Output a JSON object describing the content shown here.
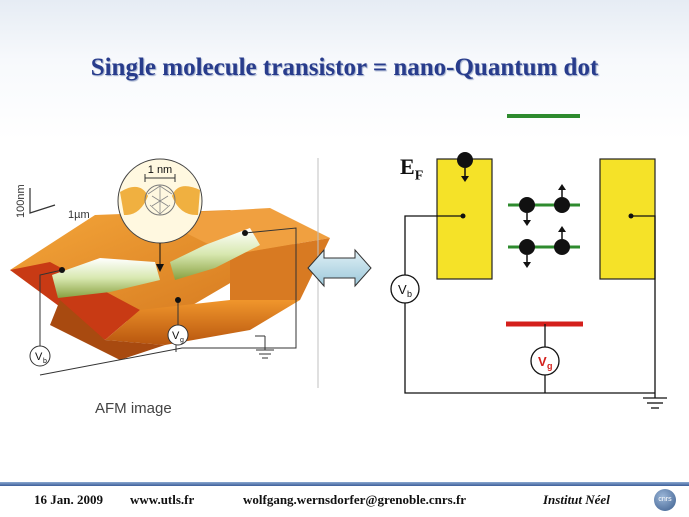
{
  "slide": {
    "title": "Single molecule transistor = nano-Quantum dot",
    "afm": {
      "scale_z": "100nm",
      "scale_xy": "1µm",
      "inset_label": "1 nm",
      "vb_label": "V",
      "vb_sub": "b",
      "vg_label": "V",
      "vg_sub": "g",
      "caption": "AFM image"
    },
    "circuit": {
      "ef_label": "E",
      "ef_sub": "F",
      "vb_label": "V",
      "vb_sub": "b",
      "vg_label": "V",
      "vg_sub": "g",
      "colors": {
        "electrode": "#f5e228",
        "level": "#2e8b2e",
        "gate": "#d4201c",
        "wire": "#111111"
      }
    }
  },
  "footer": {
    "date": "16 Jan. 2009",
    "site": "www.utls.fr",
    "email": "wolfgang.wernsdorfer@grenoble.cnrs.fr",
    "institute": "Institut Néel",
    "logo_text": "cnrs"
  }
}
